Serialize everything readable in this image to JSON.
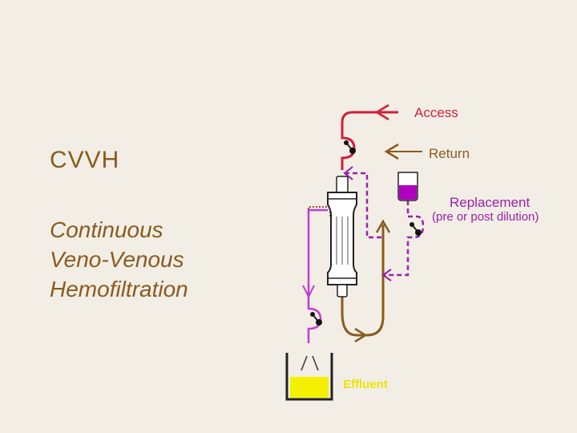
{
  "title": "CVVH",
  "subtitle_lines": [
    "Continuous",
    "Veno-Venous",
    "Hemofiltration"
  ],
  "labels": {
    "access": "Access",
    "return": "Return",
    "replacement": "Replacement",
    "pre_post": "(pre or post dilution)",
    "effluent": "Effluent"
  },
  "colors": {
    "access_line": "#d11f3a",
    "return_line": "#8a5a1e",
    "replacement_line": "#9b1fa8",
    "effluent_line": "#c43bd0",
    "effluent_fluid": "#f3f000",
    "replacement_fluid": "#b000c0"
  }
}
